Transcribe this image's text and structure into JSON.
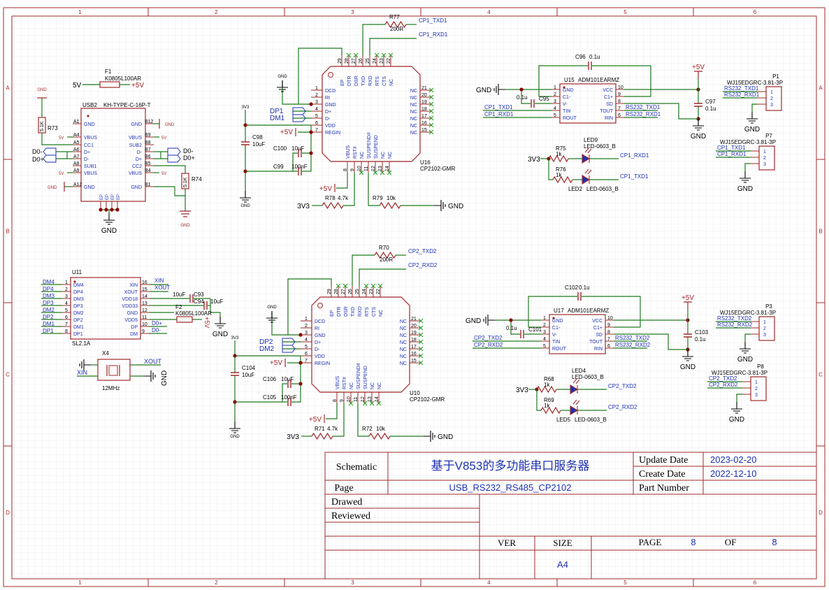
{
  "frame": {
    "col_labels": [
      "1",
      "2",
      "3",
      "4",
      "5",
      "6"
    ],
    "row_labels": [
      "A",
      "B",
      "C",
      "D"
    ]
  },
  "title_block": {
    "schematic_label": "Schematic",
    "title": "基于V853的多功能串口服务器",
    "page_label": "Page",
    "page_name": "USB_RS232_RS485_CP2102",
    "drawed_label": "Drawed",
    "reviewed_label": "Reviewed",
    "update_label": "Update Date",
    "update_value": "2023-02-20",
    "create_label": "Create Date",
    "create_value": "2022-12-10",
    "part_label": "Part Number",
    "ver_label": "VER",
    "size_label": "SIZE",
    "size_value": "A4",
    "page_num_label": "PAGE",
    "page_num": "8",
    "of_label": "OF",
    "page_total": "8"
  },
  "usb2": {
    "ref": "USB2",
    "part": "KH-TYPE-C-16P-T",
    "fuse_ref": "F1",
    "fuse_part": "K0805L100AR",
    "vin": "5V",
    "vout": "+5V",
    "left_pins": [
      {
        "no": "A1",
        "name": "GND"
      },
      {
        "no": "A4",
        "name": "VBUS"
      },
      {
        "no": "A5",
        "name": "CC1"
      },
      {
        "no": "A6",
        "name": "D+"
      },
      {
        "no": "A7",
        "name": "D-"
      },
      {
        "no": "A8",
        "name": "SUB1"
      },
      {
        "no": "A9",
        "name": "VBUS"
      },
      {
        "no": "A12",
        "name": "GND"
      }
    ],
    "right_pins": [
      {
        "no": "B12",
        "name": "GND"
      },
      {
        "no": "B9",
        "name": "VBUS"
      },
      {
        "no": "B8",
        "name": "SUB2"
      },
      {
        "no": "B7",
        "name": "D-"
      },
      {
        "no": "B6",
        "name": "D+"
      },
      {
        "no": "B5",
        "name": "CC2"
      },
      {
        "no": "B4",
        "name": "VBUS"
      },
      {
        "no": "B1",
        "name": "GND"
      }
    ],
    "ep_pins": [
      "EP",
      "EP",
      "EP",
      "EP"
    ],
    "r73": "R73",
    "r73_val": "5.1K",
    "r74": "R74",
    "r74_val": "5.1K",
    "net_d_minus": "D0-",
    "net_d_plus": "D0+",
    "gnd": "GND",
    "five_v": "5V"
  },
  "u16": {
    "ref": "U16",
    "part": "CP2102-GMR",
    "left_pins": [
      {
        "no": "1",
        "name": "DCD"
      },
      {
        "no": "2",
        "name": "RI"
      },
      {
        "no": "3",
        "name": "GND"
      },
      {
        "no": "4",
        "name": "D+"
      },
      {
        "no": "5",
        "name": "D-"
      },
      {
        "no": "6",
        "name": "VDD"
      },
      {
        "no": "7",
        "name": "REGIN"
      }
    ],
    "top_pins": [
      {
        "no": "29",
        "name": "EP"
      },
      {
        "no": "28",
        "name": "DTR"
      },
      {
        "no": "27",
        "name": "DSR"
      },
      {
        "no": "26",
        "name": "TXD"
      },
      {
        "no": "25",
        "name": "RXD"
      },
      {
        "no": "24",
        "name": "RTS"
      },
      {
        "no": "23",
        "name": "CTS"
      },
      {
        "no": "22",
        "name": "NC"
      }
    ],
    "right_pins": [
      {
        "no": "21",
        "name": "NC"
      },
      {
        "no": "20",
        "name": "NC"
      },
      {
        "no": "19",
        "name": "NC"
      },
      {
        "no": "18",
        "name": "NC"
      },
      {
        "no": "17",
        "name": "NC"
      },
      {
        "no": "16",
        "name": "NC"
      },
      {
        "no": "15",
        "name": "NC"
      }
    ],
    "bottom_pins": [
      {
        "no": "8",
        "name": "VBUS"
      },
      {
        "no": "9",
        "name": "RST#"
      },
      {
        "no": "10",
        "name": "NC"
      },
      {
        "no": "11",
        "name": "SUSPEND#"
      },
      {
        "no": "12",
        "name": "SUSPEND"
      },
      {
        "no": "13",
        "name": "NC"
      },
      {
        "no": "14",
        "name": "NC"
      }
    ],
    "r77": "R77",
    "r77_val": "200R",
    "net_txd": "CP1_TXD1",
    "net_rxd": "CP1_RXD1",
    "dp": "DP1",
    "dm": "DM1",
    "v5": "+5V",
    "v33": "3V3",
    "c98": "C98",
    "c98_val": "10uF",
    "c100": "C100",
    "c100_val": "10uF",
    "c99": "C99",
    "c99_val": "100nF",
    "r78": "R78",
    "r78_val": "4.7k",
    "r79": "R79",
    "r79_val": "10k",
    "gnd": "GND"
  },
  "u15": {
    "ref": "U15",
    "part": "ADM101EARMZ",
    "left_pins": [
      {
        "no": "1",
        "name": "GND"
      },
      {
        "no": "2",
        "name": "C1-"
      },
      {
        "no": "3",
        "name": "V-"
      },
      {
        "no": "4",
        "name": "TIN"
      },
      {
        "no": "5",
        "name": "ROUT"
      }
    ],
    "right_pins": [
      {
        "no": "10",
        "name": "VCC"
      },
      {
        "no": "9",
        "name": "C1+"
      },
      {
        "no": "8",
        "name": "SD"
      },
      {
        "no": "7",
        "name": "TOUT"
      },
      {
        "no": "6",
        "name": "RIN"
      }
    ],
    "c96": "C96",
    "c96_val": "0.1u",
    "c95": "C95",
    "c95_val": "0.1u",
    "c97": "C97",
    "c97_val": "0.1u",
    "net_tin": "CP1_TXD1",
    "net_rout": "CP1_RXD1",
    "net_tout": "RS232_TXD1",
    "net_rin": "RS232_RXD1",
    "v5": "+5V",
    "gnd": "GND",
    "led9": "LED9",
    "led9_part": "LED-0603_B",
    "led2": "LED2",
    "led2_part": "LED-0603_B",
    "r75": "R75",
    "r75_val": "1k",
    "r76": "R76",
    "r76_val": "1k",
    "led_net1": "CP1_RXD1",
    "led_net2": "CP1_TXD1",
    "v33": "3V3"
  },
  "p1": {
    "ref": "P1",
    "part": "WJ15EDGRC-3.81-3P",
    "nets": [
      "RS232_TXD1",
      "RS232_RXD1"
    ],
    "pins": [
      "1",
      "2",
      "3"
    ],
    "gnd": "GND"
  },
  "p7": {
    "ref": "P7",
    "part": "WJ15EDGRC-3.81-3P",
    "nets": [
      "CP1_TXD1",
      "CP1_RXD1"
    ],
    "pins": [
      "1",
      "2",
      "3"
    ],
    "gnd": "GND"
  },
  "u11": {
    "ref": "U11",
    "part": "SL2.1A",
    "left_pins": [
      {
        "no": "1",
        "name": "DM4",
        "net": "DM4"
      },
      {
        "no": "2",
        "name": "DP4",
        "net": "DP4"
      },
      {
        "no": "3",
        "name": "DM3",
        "net": "DM3"
      },
      {
        "no": "4",
        "name": "DP3",
        "net": "DP3"
      },
      {
        "no": "5",
        "name": "DM2",
        "net": "DM2"
      },
      {
        "no": "6",
        "name": "DP2",
        "net": "DP2"
      },
      {
        "no": "7",
        "name": "DM1",
        "net": "DM1"
      },
      {
        "no": "8",
        "name": "DP1",
        "net": "DP1"
      }
    ],
    "right_pins": [
      {
        "no": "16",
        "name": "XIN"
      },
      {
        "no": "15",
        "name": "XOUT"
      },
      {
        "no": "14",
        "name": "VDD18"
      },
      {
        "no": "13",
        "name": "VDD33"
      },
      {
        "no": "12",
        "name": "GND"
      },
      {
        "no": "11",
        "name": "VDD5"
      },
      {
        "no": "10",
        "name": "DP"
      },
      {
        "no": "9",
        "name": "DM"
      }
    ],
    "net_xin": "XIN",
    "net_xout": "XOUT",
    "c93": "C93",
    "c93_val": "10uF",
    "c94": "C94",
    "c94_val": "10uF",
    "f2": "F2",
    "f2_part": "K0805L100AR",
    "net_dplus": "D0+",
    "net_dminus": "D0-",
    "gnd": "GND",
    "v5": "+5V"
  },
  "x4": {
    "ref": "X4",
    "freq": "12MHz",
    "net_xout": "XOUT",
    "net_xin": "XIN",
    "gnd": "GND"
  },
  "u10": {
    "ref": "U10",
    "part": "CP2102-GMR",
    "left_pins": [
      {
        "no": "1",
        "name": "DCD"
      },
      {
        "no": "2",
        "name": "RI"
      },
      {
        "no": "3",
        "name": "GND"
      },
      {
        "no": "4",
        "name": "D+"
      },
      {
        "no": "5",
        "name": "D-"
      },
      {
        "no": "6",
        "name": "VDD"
      },
      {
        "no": "7",
        "name": "REGIN"
      }
    ],
    "top_pins": [
      {
        "no": "29",
        "name": "EP"
      },
      {
        "no": "28",
        "name": "DTR"
      },
      {
        "no": "27",
        "name": "DSR"
      },
      {
        "no": "26",
        "name": "TXD"
      },
      {
        "no": "25",
        "name": "RXD"
      },
      {
        "no": "24",
        "name": "RTS"
      },
      {
        "no": "23",
        "name": "CTS"
      },
      {
        "no": "22",
        "name": "NC"
      }
    ],
    "right_pins": [
      {
        "no": "21",
        "name": "NC"
      },
      {
        "no": "20",
        "name": "NC"
      },
      {
        "no": "19",
        "name": "NC"
      },
      {
        "no": "18",
        "name": "NC"
      },
      {
        "no": "17",
        "name": "NC"
      },
      {
        "no": "16",
        "name": "NC"
      },
      {
        "no": "15",
        "name": "NC"
      }
    ],
    "bottom_pins": [
      {
        "no": "8",
        "name": "VBUS"
      },
      {
        "no": "9",
        "name": "RST#"
      },
      {
        "no": "10",
        "name": "NC"
      },
      {
        "no": "11",
        "name": "SUSPEND#"
      },
      {
        "no": "12",
        "name": "SUSPEND"
      },
      {
        "no": "13",
        "name": "NC"
      },
      {
        "no": "14",
        "name": "NC"
      }
    ],
    "r70": "R70",
    "r70_val": "200R",
    "net_txd": "CP2_TXD2",
    "net_rxd": "CP2_RXD2",
    "dp": "DP2",
    "dm": "DM2",
    "v5": "+5V",
    "v33": "3V3",
    "c104": "C104",
    "c104_val": "10uF",
    "c106": "C106",
    "c106_val": "10uF",
    "c105": "C105",
    "c105_val": "100nF",
    "r71": "R71",
    "r71_val": "4.7k",
    "r72": "R72",
    "r72_val": "10k",
    "gnd": "GND"
  },
  "u17": {
    "ref": "U17",
    "part": "ADM101EARMZ",
    "left_pins": [
      {
        "no": "1",
        "name": "GND"
      },
      {
        "no": "2",
        "name": "C1-"
      },
      {
        "no": "3",
        "name": "V-"
      },
      {
        "no": "4",
        "name": "TIN"
      },
      {
        "no": "5",
        "name": "ROUT"
      }
    ],
    "right_pins": [
      {
        "no": "10",
        "name": "VCC"
      },
      {
        "no": "9",
        "name": "C1+"
      },
      {
        "no": "8",
        "name": "SD"
      },
      {
        "no": "7",
        "name": "TOUT"
      },
      {
        "no": "6",
        "name": "RIN"
      }
    ],
    "c102": "C102",
    "c102_val": "0.1u",
    "c101": "C101",
    "c101_val": "0.1u",
    "c103": "C103",
    "c103_val": "0.1u",
    "net_tin": "CP2_TXD2",
    "net_rout": "CP2_RXD2",
    "net_tout": "RS232_TXD2",
    "net_rin": "RS232_RXD2",
    "v5": "+5V",
    "gnd": "GND",
    "led4": "LED4",
    "led4_part": "LED-0603_B",
    "led5": "LED5",
    "led5_part": "LED-0603_B",
    "r68": "R68",
    "r68_val": "1k",
    "r69": "R69",
    "r69_val": "1k",
    "led_net1": "CP2_TXD2",
    "led_net2": "CP2_RXD2",
    "v33": "3V3"
  },
  "p3": {
    "ref": "P3",
    "part": "WJ15EDGRC-3.81-3P",
    "nets": [
      "RS232_TXD2",
      "RS232_RXD2"
    ],
    "pins": [
      "1",
      "2",
      "3"
    ],
    "gnd": "GND"
  },
  "p8": {
    "ref": "P8",
    "part": "WJ15EDGRC-3.81-3P",
    "nets": [
      "CP2_TXD2",
      "CP2_RXD2"
    ],
    "pins": [
      "1",
      "2",
      "3"
    ],
    "gnd": "GND"
  }
}
